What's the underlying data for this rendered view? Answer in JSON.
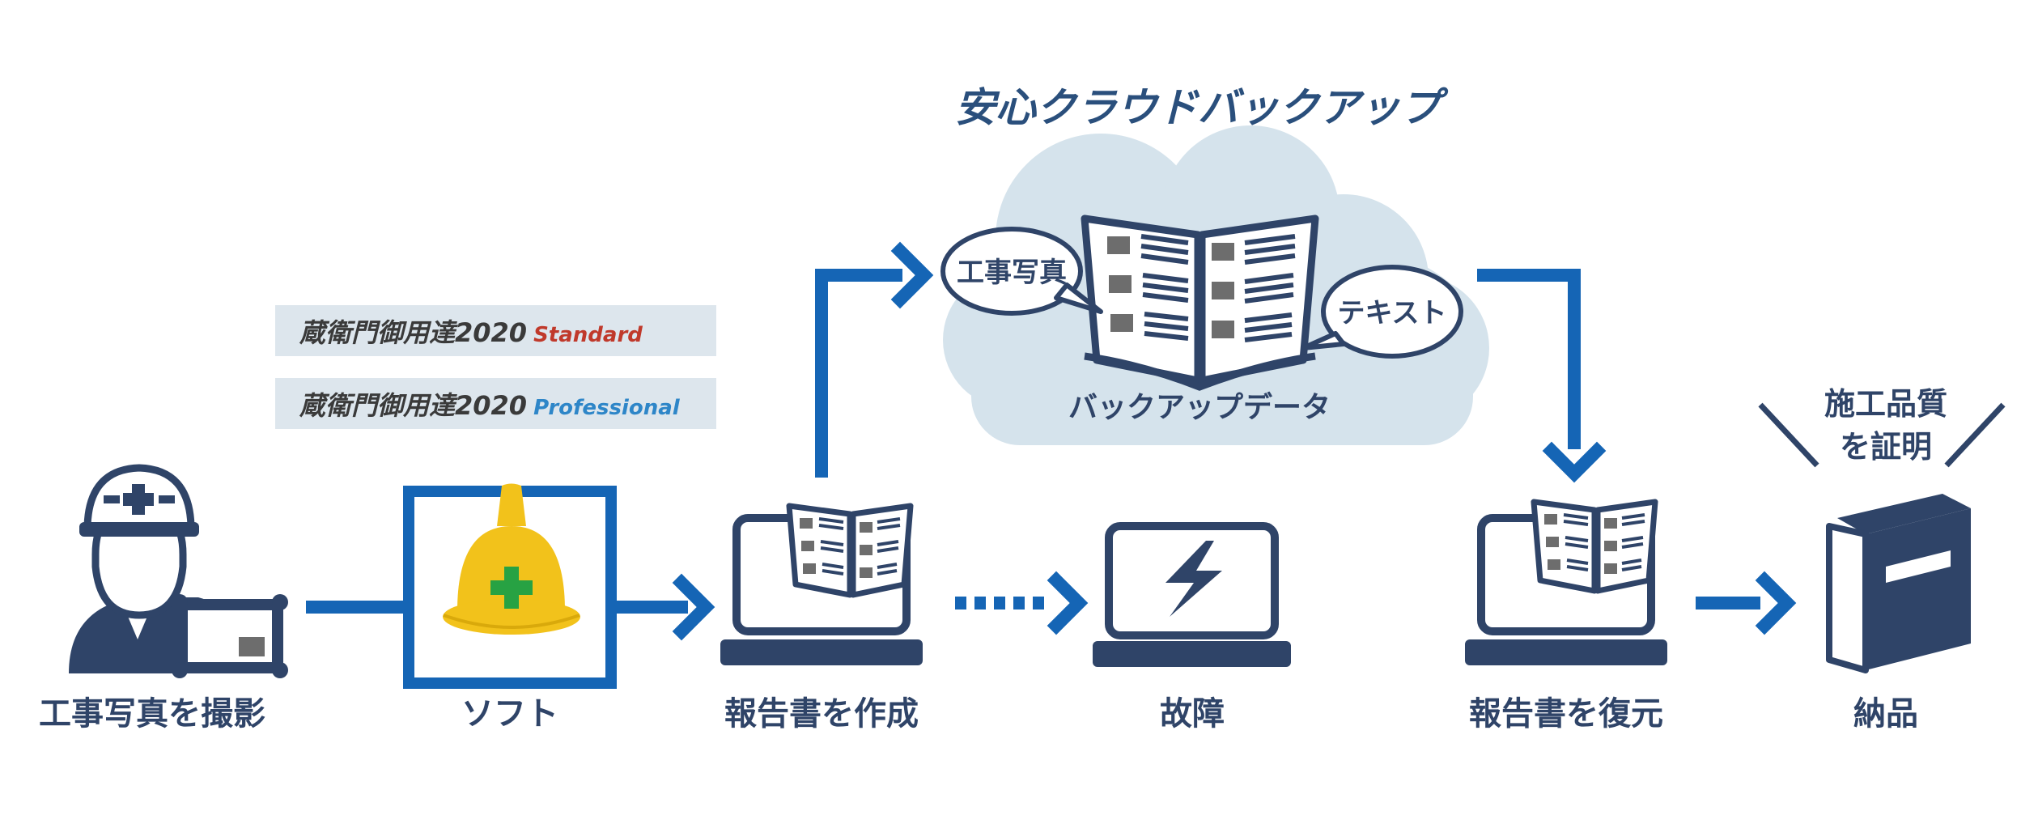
{
  "title": "安心クラウドバックアップ",
  "products": [
    {
      "name": "蔵衛門御用達2020",
      "edition": "Standard"
    },
    {
      "name": "蔵衛門御用達2020",
      "edition": "Professional"
    }
  ],
  "steps": [
    {
      "label": "工事写真を撮影"
    },
    {
      "label": "ソフト"
    },
    {
      "label": "報告書を作成"
    },
    {
      "label": "故障"
    },
    {
      "label": "報告書を復元"
    },
    {
      "label": "納品"
    }
  ],
  "cloud": {
    "bubble_left": "工事写真",
    "bubble_right": "テキスト",
    "caption": "バックアップデータ"
  },
  "callout": {
    "line1": "施工品質",
    "line2": "を証明"
  },
  "colors": {
    "navy": "#2f4468",
    "arrow_blue": "#1565b5",
    "cloud": "#d5e3ec",
    "product_bg": "#dde6ed",
    "helmet": "#f2c21b",
    "cross": "#27a243",
    "standard": "#c0392b",
    "professional": "#2e86c8"
  },
  "icons": [
    "worker-icon",
    "tablet-icon",
    "helmet-icon",
    "laptop-icon",
    "book-icon",
    "lightning-icon",
    "cloud-icon",
    "closed-book-icon"
  ]
}
